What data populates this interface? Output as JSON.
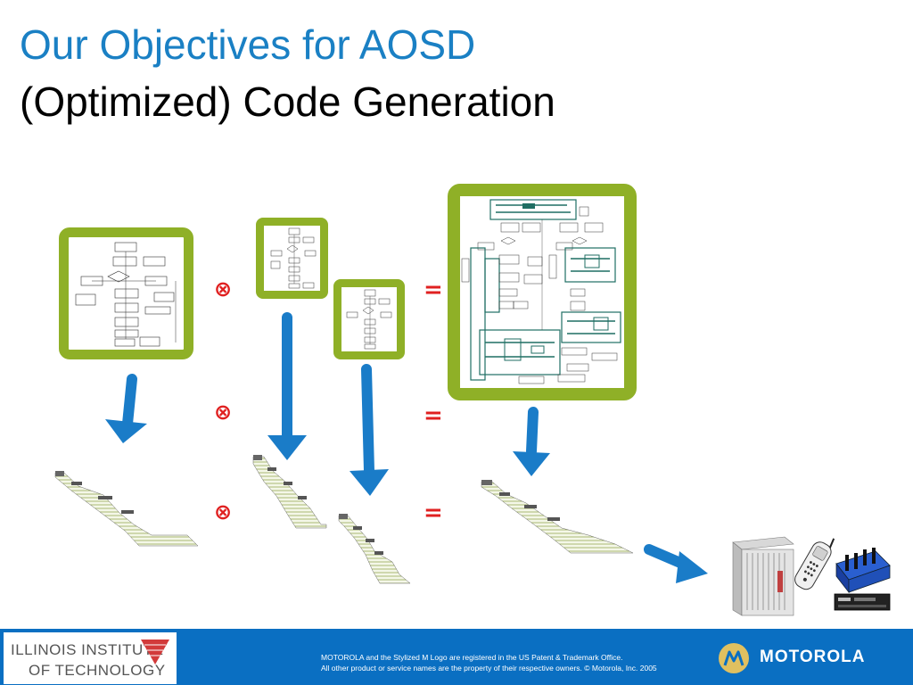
{
  "slide": {
    "title": "Our Objectives for AOSD",
    "subtitle": "(Optimized) Code Generation"
  },
  "operators": {
    "multiply": "⊗",
    "equals": "="
  },
  "footer": {
    "institute_line1": "ILLINOIS INSTITUTE",
    "institute_line2": "OF TECHNOLOGY",
    "legal_line1": "MOTOROLA and the Stylized M Logo are registered in the US Patent & Trademark Office.",
    "legal_line2": "All other product or service names are the property of their respective owners. © Motorola, Inc. 2005",
    "brand": "MOTOROLA"
  },
  "colors": {
    "title": "#1a80c4",
    "frame": "#8fb027",
    "arrow": "#1a7cc8",
    "operator": "#e02020",
    "footer": "#0a6fc2"
  },
  "icons": [
    "multiply-operator-icon",
    "equals-operator-icon",
    "down-arrow-icon",
    "diagonal-arrow-icon",
    "hardware-rack-icon",
    "mobile-phone-icon",
    "network-router-icon"
  ]
}
